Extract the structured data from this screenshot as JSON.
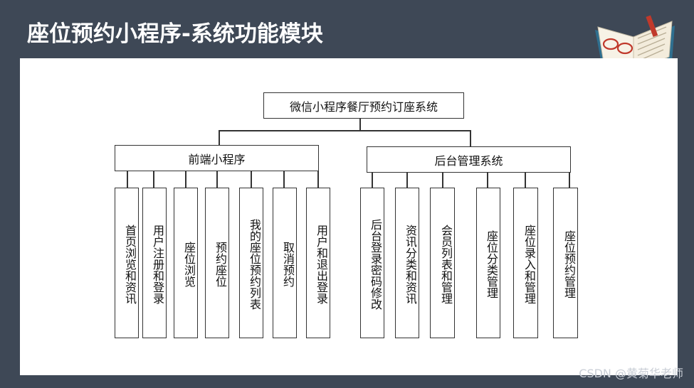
{
  "slide": {
    "title": "座位预约小程序-系统功能模块",
    "watermark": "CSDN @黄菊华老师"
  },
  "diagram": {
    "root": "微信小程序餐厅预约订座系统",
    "branches": [
      {
        "label": "前端小程序",
        "children": [
          "首页浏览和资讯",
          "用户注册和登录",
          "座位浏览",
          "预约座位",
          "我的座位预约列表",
          "取消预约",
          "用户和退出登录"
        ]
      },
      {
        "label": "后台管理系统",
        "children": [
          "后台登录密码修改",
          "资讯分类和资讯",
          "会员列表和管理",
          "座位分类管理",
          "座位录入和管理",
          "座位预约管理"
        ]
      }
    ]
  },
  "icons": {
    "book": "open-book-with-glasses-icon"
  },
  "colors": {
    "background": "#3e4856",
    "canvas": "#ffffff",
    "border": "#333333",
    "title": "#ffffff"
  }
}
